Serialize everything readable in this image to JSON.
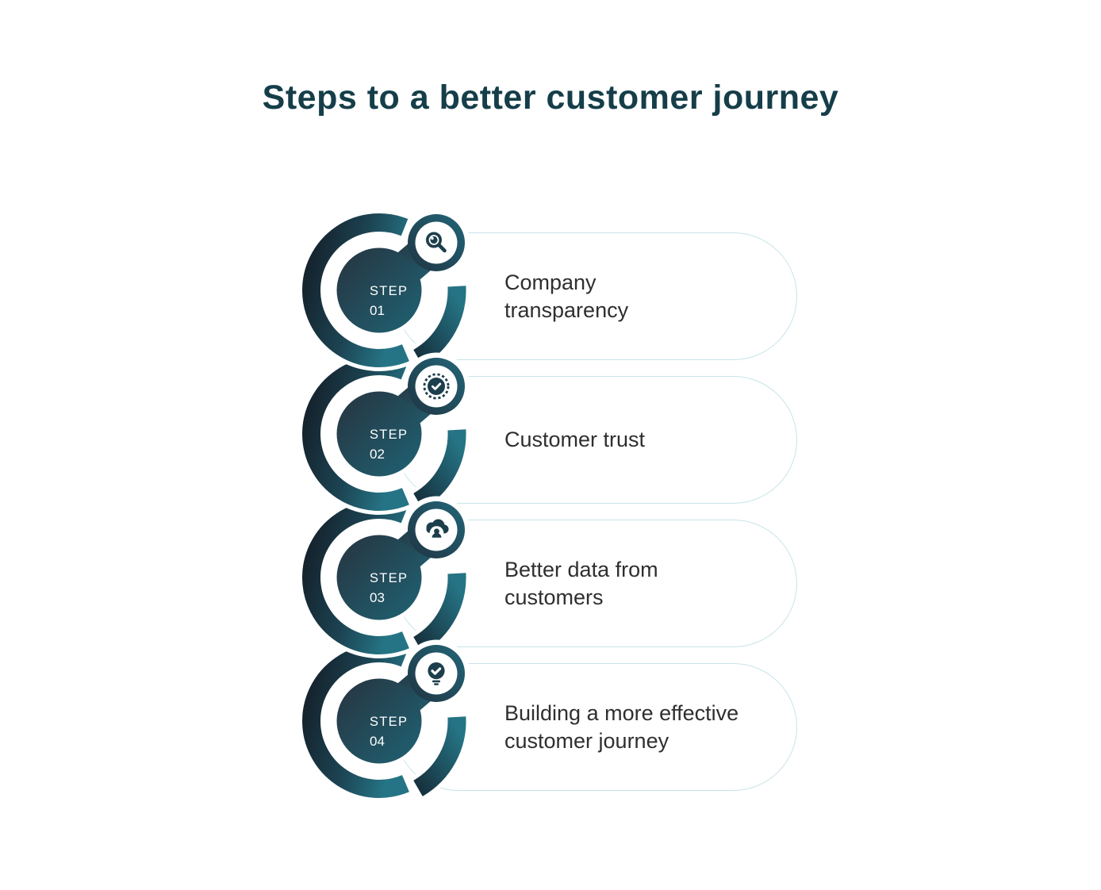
{
  "title": "Steps to a better customer journey",
  "steps": [
    {
      "label": "STEP",
      "number": "01",
      "icon": "magnifier-eye-icon",
      "lines": [
        "Company",
        "transparency"
      ]
    },
    {
      "label": "STEP",
      "number": "02",
      "icon": "verified-badge-icon",
      "lines": [
        "Customer trust",
        ""
      ]
    },
    {
      "label": "STEP",
      "number": "03",
      "icon": "cloud-user-icon",
      "lines": [
        "Better data from",
        "customers"
      ]
    },
    {
      "label": "STEP",
      "number": "04",
      "icon": "lightbulb-check-icon",
      "lines": [
        "Building a more effective",
        "customer journey"
      ]
    }
  ],
  "colors": {
    "title": "#153e49",
    "body_text": "#2f2f2f",
    "pill_border": "#c9e3ea",
    "dark_navy": "#16222c",
    "teal": "#257485",
    "icon_dark": "#1d3e4c",
    "background": "#ffffff"
  }
}
